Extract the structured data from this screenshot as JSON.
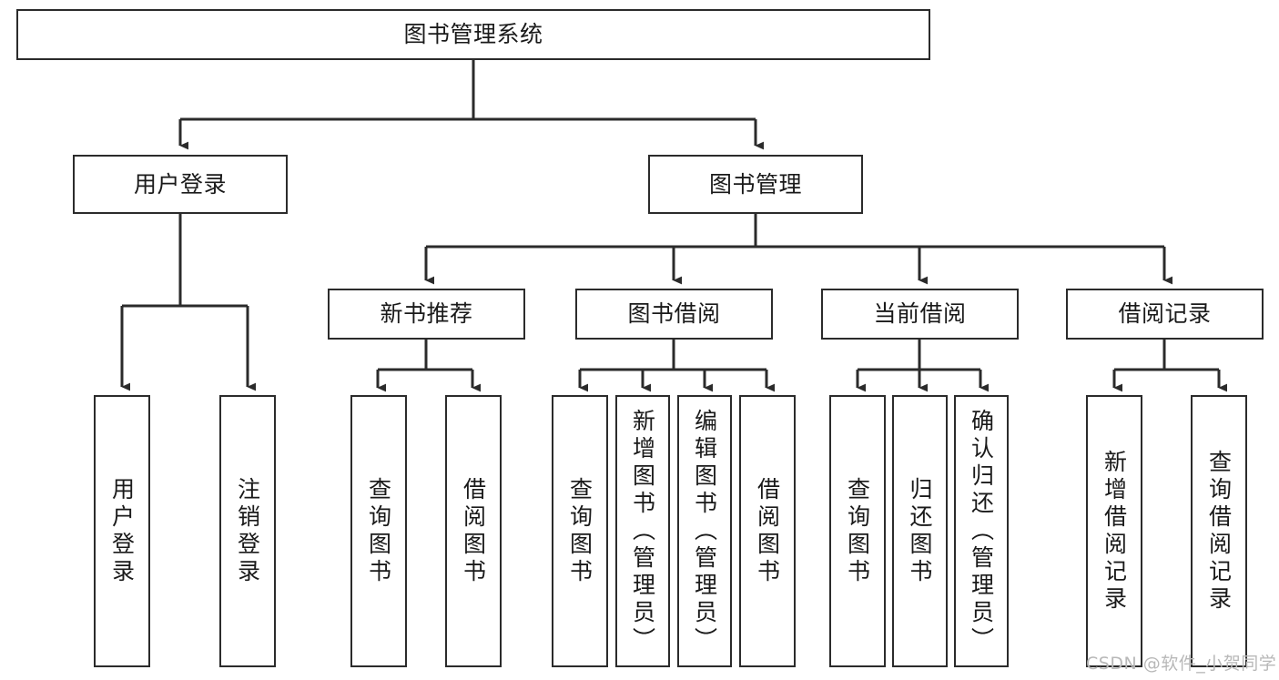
{
  "diagram": {
    "type": "tree-hierarchy",
    "title": "图书管理系统",
    "orientation": "top-down",
    "line_color": "#2b2b2b",
    "box_fill": "#ffffff",
    "text_color": "#1a1a1a",
    "watermark": "CSDN @软件_小贺同学",
    "nodes": {
      "root": {
        "label": "图书管理系统",
        "level": 1
      },
      "l2": [
        {
          "id": "user-login",
          "label": "用户登录",
          "level": 2
        },
        {
          "id": "book-manage",
          "label": "图书管理",
          "level": 2
        }
      ],
      "l3": [
        {
          "id": "new-book-recommend",
          "label": "新书推荐",
          "level": 3,
          "parent": "book-manage"
        },
        {
          "id": "book-borrow",
          "label": "图书借阅",
          "level": 3,
          "parent": "book-manage"
        },
        {
          "id": "current-borrow",
          "label": "当前借阅",
          "level": 3,
          "parent": "book-manage"
        },
        {
          "id": "borrow-record",
          "label": "借阅记录",
          "level": 3,
          "parent": "book-manage"
        }
      ],
      "leaves": [
        {
          "id": "leaf-user-login",
          "label": "用户登录",
          "parent": "user-login"
        },
        {
          "id": "leaf-logout-login",
          "label": "注销登录",
          "parent": "user-login"
        },
        {
          "id": "leaf-query-book-1",
          "label": "查询图书",
          "parent": "new-book-recommend"
        },
        {
          "id": "leaf-borrow-book-1",
          "label": "借阅图书",
          "parent": "new-book-recommend"
        },
        {
          "id": "leaf-query-book-2",
          "label": "查询图书",
          "parent": "book-borrow"
        },
        {
          "id": "leaf-add-book",
          "label": "新增图书（管理员）",
          "parent": "book-borrow"
        },
        {
          "id": "leaf-edit-book",
          "label": "编辑图书（管理员）",
          "parent": "book-borrow"
        },
        {
          "id": "leaf-borrow-book-2",
          "label": "借阅图书",
          "parent": "book-borrow"
        },
        {
          "id": "leaf-query-book-3",
          "label": "查询图书",
          "parent": "current-borrow"
        },
        {
          "id": "leaf-return-book",
          "label": "归还图书",
          "parent": "current-borrow"
        },
        {
          "id": "leaf-confirm-return",
          "label": "确认归还（管理员）",
          "parent": "current-borrow"
        },
        {
          "id": "leaf-add-record",
          "label": "新增借阅记录",
          "parent": "borrow-record"
        },
        {
          "id": "leaf-query-record",
          "label": "查询借阅记录",
          "parent": "borrow-record"
        }
      ]
    }
  }
}
